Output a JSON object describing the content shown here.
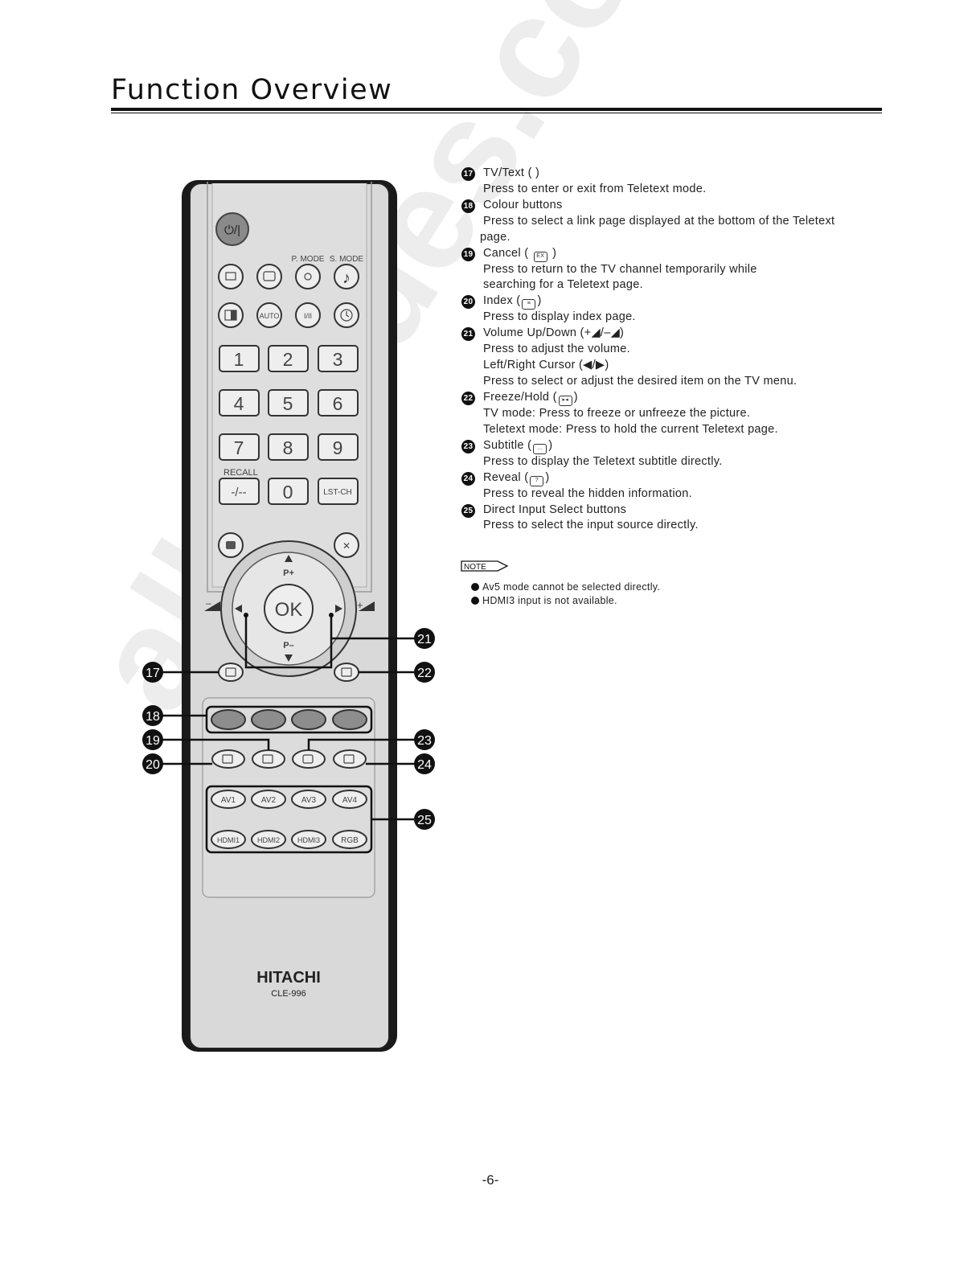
{
  "page": {
    "title": "Function Overview",
    "page_number": "-6-",
    "watermark": "all-guides.com"
  },
  "remote": {
    "brand": "HITACHI",
    "model": "CLE-996",
    "power_label": "⏻/|",
    "labels": {
      "p_mode": "P. MODE",
      "s_mode": "S. MODE",
      "recall": "RECALL"
    },
    "row2": [
      "AUTO",
      "I/II"
    ],
    "digits": [
      "1",
      "2",
      "3",
      "4",
      "5",
      "6",
      "7",
      "8",
      "9"
    ],
    "dash": "-/--",
    "zero": "0",
    "lst_ch": "LST-CH",
    "ok": "OK",
    "p_plus": "P+",
    "p_minus": "P–",
    "vol_minus": "–",
    "vol_plus": "+",
    "av_buttons": [
      "AV1",
      "AV2",
      "AV3",
      "AV4"
    ],
    "hdmi_buttons": [
      "HDMI1",
      "HDMI2",
      "HDMI3",
      "RGB"
    ],
    "callouts": {
      "c17": "17",
      "c18": "18",
      "c19": "19",
      "c20": "20",
      "c21": "21",
      "c22": "22",
      "c23": "23",
      "c24": "24",
      "c25": "25"
    }
  },
  "items": [
    {
      "num": "17",
      "title": "TV/Text ( )",
      "lines": [
        "Press to enter or exit from Teletext mode."
      ]
    },
    {
      "num": "18",
      "title": "Colour buttons",
      "lines": [
        "Press to select a link page displayed at the bottom of the Teletext",
        "page."
      ]
    },
    {
      "num": "19",
      "title_pre": "Cancel (",
      "title_post": ")",
      "lines": [
        "Press to return to the TV channel temporarily while",
        "searching for a Teletext page."
      ]
    },
    {
      "num": "20",
      "title_pre": "Index (",
      "title_post": ")",
      "lines": [
        "Press to display index page."
      ]
    },
    {
      "num": "21",
      "title": "Volume Up/Down (+◢/–◢)",
      "lines": [
        "Press to adjust the volume.",
        "Left/Right Cursor (◀/▶)",
        "Press to select or adjust the desired item on the TV menu."
      ]
    },
    {
      "num": "22",
      "title_pre": "Freeze/Hold (",
      "title_post": ")",
      "lines": [
        "TV mode: Press to freeze or unfreeze the picture.",
        "Teletext mode: Press to hold the current Teletext page."
      ]
    },
    {
      "num": "23",
      "title_pre": "Subtitle (",
      "title_post": ")",
      "lines": [
        "Press to display the Teletext subtitle directly."
      ]
    },
    {
      "num": "24",
      "title_pre": "Reveal (",
      "title_post": ")",
      "lines": [
        "Press to reveal the hidden information."
      ]
    },
    {
      "num": "25",
      "title": "Direct Input Select buttons",
      "lines": [
        "Press to select the input source directly."
      ]
    }
  ],
  "note": {
    "label": "NOTE",
    "bullets": [
      "Av5 mode cannot be selected directly.",
      "HDMI3 input is not available."
    ]
  }
}
